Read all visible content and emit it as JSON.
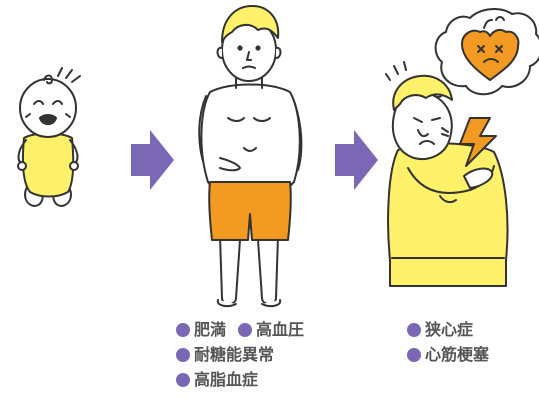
{
  "colors": {
    "bullet": "#7a68b5",
    "arrow": "#7a68b5",
    "skin_yellow": "#fff16a",
    "shirt_yellow": "#fff16a",
    "shorts_orange": "#f39a23",
    "heart_orange": "#f39a23",
    "lightning_orange": "#f39a23",
    "outline": "#333333",
    "text": "#555555"
  },
  "icons": {
    "arrow_1": "right-arrow-icon",
    "arrow_2": "right-arrow-icon",
    "heart": "broken-heart-icon",
    "lightning": "lightning-icon"
  },
  "stages": [
    {
      "name": "baby"
    },
    {
      "name": "obese-adult"
    },
    {
      "name": "heart-patient"
    }
  ],
  "labels": {
    "middle": {
      "row1": [
        "肥満",
        "高血圧"
      ],
      "row2": "耐糖能異常",
      "row3": "高脂血症"
    },
    "right": {
      "row1": "狭心症",
      "row2": "心筋梗塞"
    }
  }
}
